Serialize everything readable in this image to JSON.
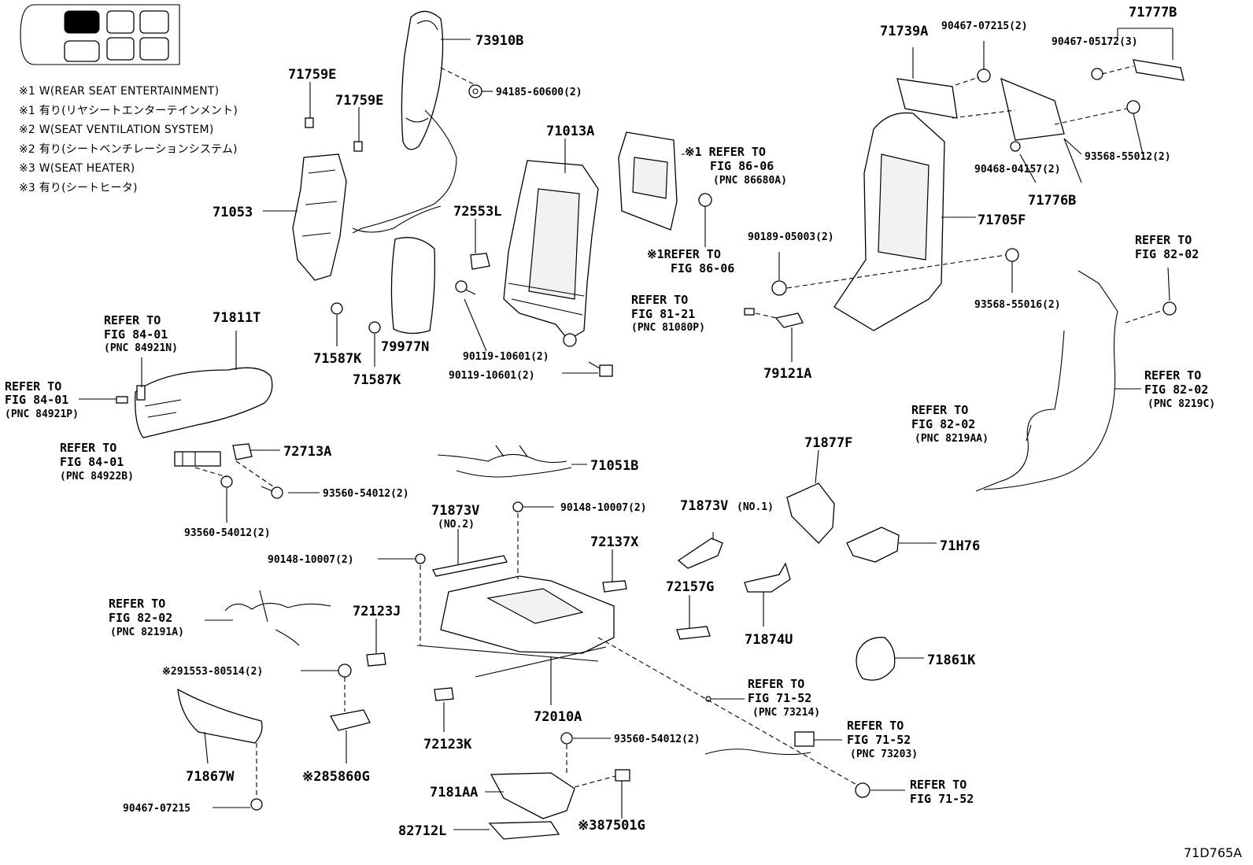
{
  "notes": [
    "※1 W(REAR SEAT ENTERTAINMENT)",
    "※1 有り(リヤシートエンターテインメント)",
    "※2 W(SEAT VENTILATION SYSTEM)",
    "※2 有り(シートベンチレーションシステム)",
    "※3 W(SEAT HEATER)",
    "※3 有り(シートヒータ)"
  ],
  "parts": {
    "p73910B": "73910B",
    "p94185": "94185-60600(2)",
    "p71759E_a": "71759E",
    "p71759E_b": "71759E",
    "p71053": "71053",
    "p71013A": "71013A",
    "p72553L": "72553L",
    "p79977N": "79977N",
    "p71587K_a": "71587K",
    "p71587K_b": "71587K",
    "p90119_a": "90119-10601(2)",
    "p90119_b": "90119-10601(2)",
    "p71811T": "71811T",
    "p72713A": "72713A",
    "p71051B": "71051B",
    "p93560_a": "93560-54012(2)",
    "p93560_b": "93560-54012(2)",
    "p71873V2": "71873V",
    "p71873V2_sub": "(NO.2)",
    "p90148_a": "90148-10007(2)",
    "p90148_b": "90148-10007(2)",
    "p72137X": "72137X",
    "p71873V1": "71873V",
    "p71873V1_sub": "(NO.1)",
    "p72157G": "72157G",
    "p71874U": "71874U",
    "p72123J": "72123J",
    "p72123K": "72123K",
    "p72010A": "72010A",
    "p91553": "※291553-80514(2)",
    "p85860G": "※285860G",
    "p71867W": "71867W",
    "p90467_07215": "90467-07215",
    "p93560_c": "93560-54012(2)",
    "p7181AA": "7181AA",
    "p87501G": "※387501G",
    "p82712L": "82712L",
    "p71739A": "71739A",
    "p90467_07215_2": "90467-07215(2)",
    "p71777B": "71777B",
    "p90467_05172": "90467-05172(3)",
    "p93568_55012": "93568-55012(2)",
    "p90468": "90468-04157(2)",
    "p71776B": "71776B",
    "p71705F": "71705F",
    "p90189": "90189-05003(2)",
    "p93568_55016": "93568-55016(2)",
    "p79121A": "79121A",
    "p71877F": "71877F",
    "p71H76": "71H76",
    "p71861K": "71861K"
  },
  "refs": {
    "r86_06a_l1": "※1 REFER TO",
    "r86_06a_l2": "FIG 86-06",
    "r86_06a_l3": "(PNC 86680A)",
    "r86_06b_l1": "※1REFER TO",
    "r86_06b_l2": "FIG 86-06",
    "r81_21_l1": "REFER TO",
    "r81_21_l2": "FIG 81-21",
    "r81_21_l3": "(PNC 81080P)",
    "r84_01a_l1": "REFER TO",
    "r84_01a_l2": "FIG 84-01",
    "r84_01a_l3": "(PNC 84921N)",
    "r84_01b_l1": "REFER TO",
    "r84_01b_l2": "FIG 84-01",
    "r84_01b_l3": "(PNC 84921P)",
    "r84_01c_l1": "REFER TO",
    "r84_01c_l2": "FIG 84-01",
    "r84_01c_l3": "(PNC 84922B)",
    "r82_02a_l1": "REFER TO",
    "r82_02a_l2": "FIG 82-02",
    "r82_02b_l1": "REFER TO",
    "r82_02b_l2": "FIG 82-02",
    "r82_02b_l3": "(PNC 8219C)",
    "r82_02c_l1": "REFER TO",
    "r82_02c_l2": "FIG 82-02",
    "r82_02c_l3": "(PNC 8219AA)",
    "r82_02d_l1": "REFER TO",
    "r82_02d_l2": "FIG 82-02",
    "r82_02d_l3": "(PNC 82191A)",
    "r71_52a_l1": "REFER TO",
    "r71_52a_l2": "FIG 71-52",
    "r71_52a_l3": "(PNC 73214)",
    "r71_52b_l1": "REFER TO",
    "r71_52b_l2": "FIG 71-52",
    "r71_52b_l3": "(PNC 73203)",
    "r71_52c_l1": "REFER TO",
    "r71_52c_l2": "FIG 71-52"
  },
  "catalog_id": "71D765A"
}
